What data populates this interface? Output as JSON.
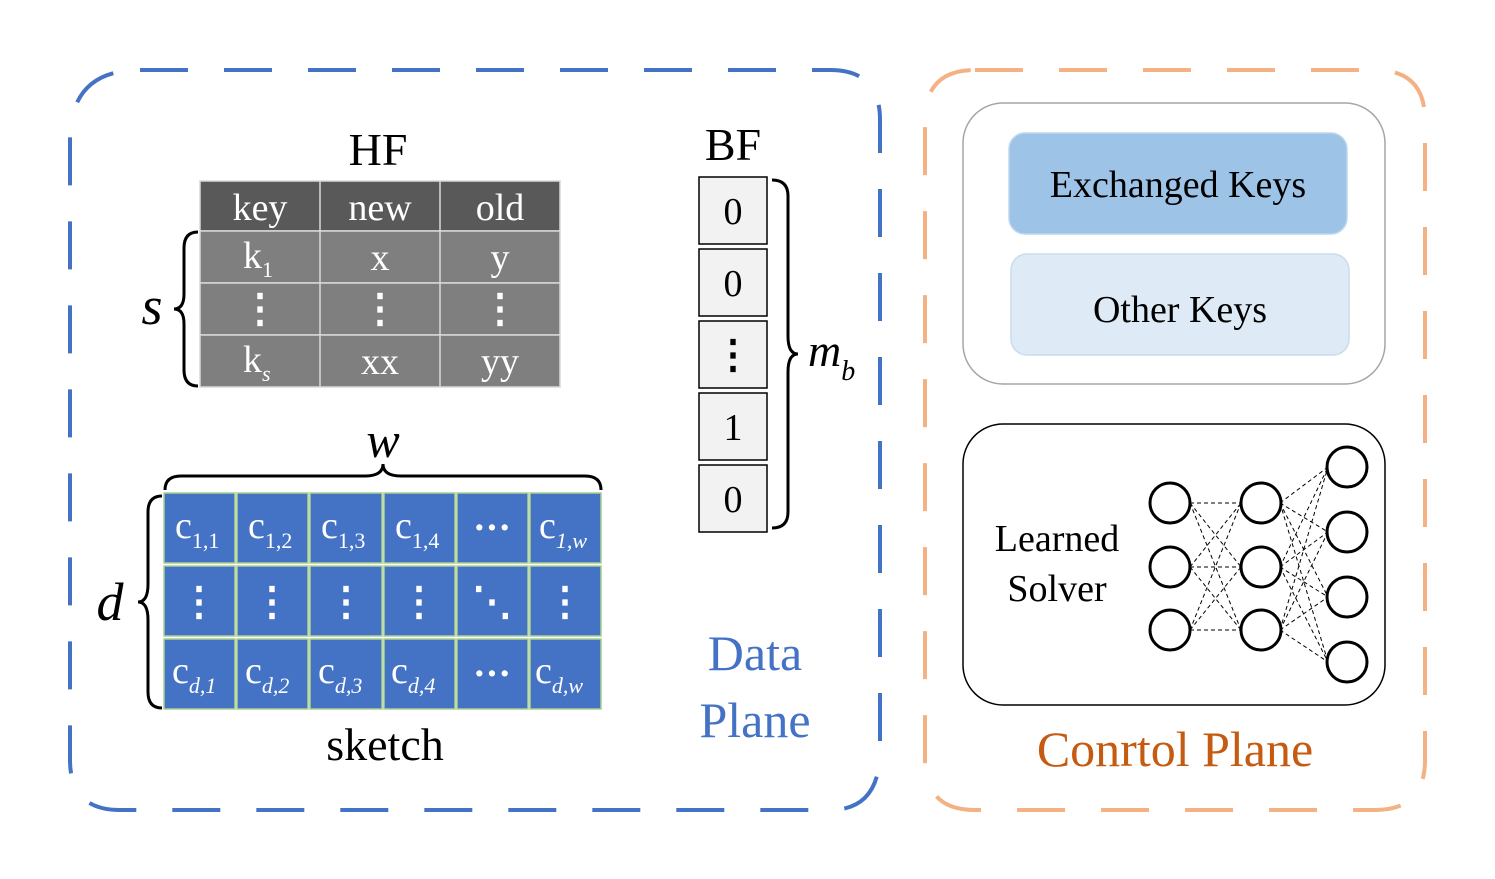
{
  "hf": {
    "title": "HF",
    "header": [
      "key",
      "new",
      "old"
    ],
    "rows": [
      {
        "key": "k",
        "key_sub": "1",
        "new": "x",
        "old": "y"
      },
      {
        "key": "⋮",
        "key_sub": "",
        "new": "⋮",
        "old": "⋮"
      },
      {
        "key": "k",
        "key_sub": "s",
        "new": "xx",
        "old": "yy"
      }
    ],
    "brace_label": "s"
  },
  "sketch": {
    "label": "sketch",
    "width_label": "w",
    "depth_label": "d",
    "cell_letter": "c",
    "row1_subs": [
      "1,1",
      "1,2",
      "1,3",
      "1,4",
      "",
      "1,w"
    ],
    "row2_glyphs": [
      "⋮",
      "⋮",
      "⋮",
      "⋮",
      "⋱",
      "⋮"
    ],
    "row3_subs": [
      "d,1",
      "d,2",
      "d,3",
      "d,4",
      "",
      "d,w"
    ],
    "ellipsis": "···"
  },
  "bf": {
    "title": "BF",
    "bits": [
      "0",
      "0",
      "⋮",
      "1",
      "0"
    ],
    "brace_label": "m",
    "brace_label_sub": "b"
  },
  "data_plane": {
    "line1": "Data",
    "line2": "Plane"
  },
  "control_plane": {
    "label": "Conrtol Plane",
    "exchanged_keys": "Exchanged Keys",
    "other_keys": "Other Keys",
    "solver_line1": "Learned",
    "solver_line2": "Solver"
  },
  "colors": {
    "data_plane_border": "#4472c4",
    "data_plane_text": "#4472c4",
    "control_plane_border": "#f4b183",
    "control_plane_text": "#c55a11",
    "hf_header": "#595959",
    "hf_body": "#7f7f7f",
    "sketch_cell": "#4472c4",
    "sketch_cell_border": "#a9d18e",
    "bf_cell": "#f2f2f2",
    "exchanged_keys_fill": "#9dc3e6",
    "other_keys_fill": "#deebf7"
  }
}
